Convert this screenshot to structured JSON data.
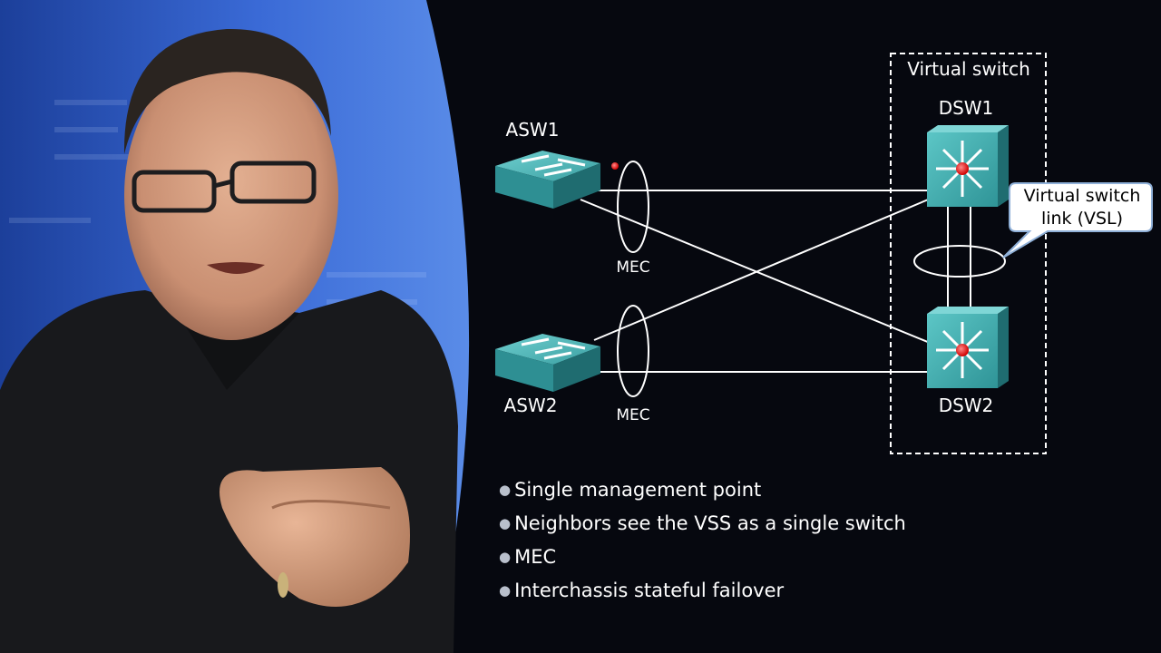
{
  "diagram": {
    "virtual_switch_label": "Virtual switch",
    "asw1": "ASW1",
    "asw2": "ASW2",
    "dsw1": "DSW1",
    "dsw2": "DSW2",
    "mec_top": "MEC",
    "mec_bottom": "MEC",
    "vsl_callout_line1": "Virtual switch",
    "vsl_callout_line2": "link (VSL)"
  },
  "bullets": [
    "Single management point",
    "Neighbors see the VSS as a single switch",
    "MEC",
    "Interchassis stateful failover"
  ],
  "colors": {
    "background": "#06080f",
    "switch_face": "#3aa6a6",
    "link": "#ffffff"
  }
}
